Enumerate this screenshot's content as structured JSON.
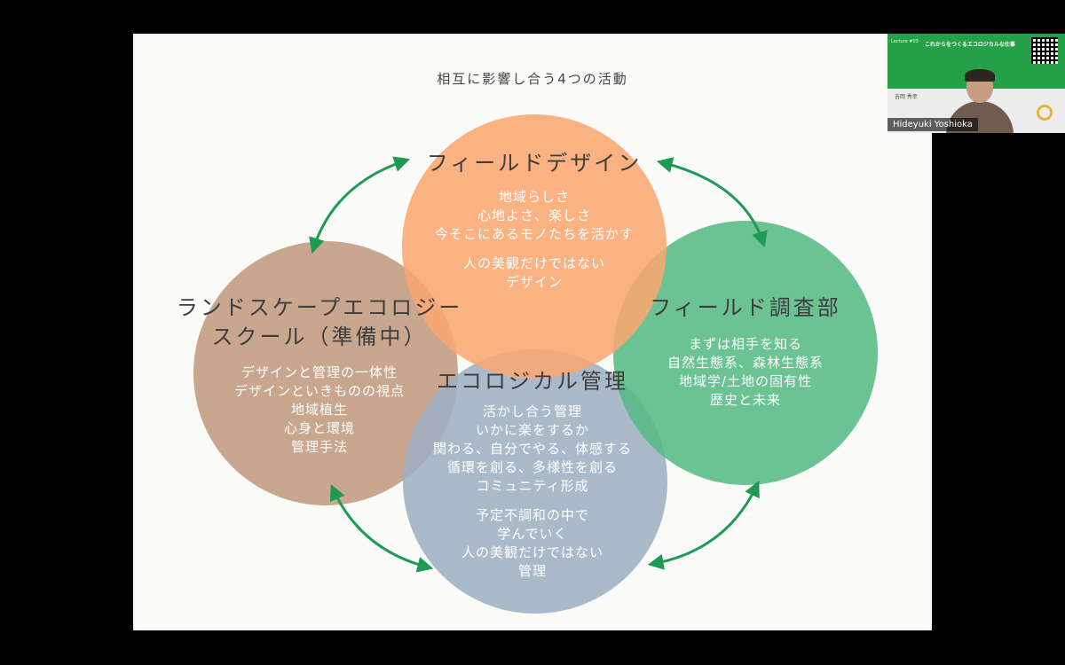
{
  "slide": {
    "title": "相互に影響し合う4つの活動",
    "circles": {
      "field_design": {
        "title": "フィールドデザイン",
        "lines": [
          "地域らしさ",
          "心地よさ、楽しさ",
          "今そこにあるモノたちを活かす",
          "",
          "人の美観だけではない",
          "デザイン"
        ],
        "color": "#f9a772"
      },
      "field_survey": {
        "title": "フィールド調査部",
        "lines": [
          "まずは相手を知る",
          "自然生態系、森林生態系",
          "地域学/土地の固有性",
          "歴史と未来"
        ],
        "color": "#56ba84"
      },
      "eco_management": {
        "title": "エコロジカル管理",
        "lines": [
          "活かし合う管理",
          "いかに楽をするか",
          "関わる、自分でやる、体感する",
          "循環を創る、多様性を創る",
          "コミュニティ形成",
          "",
          "予定不調和の中で",
          "学んでいく",
          "人の美観だけではない",
          "管理"
        ],
        "color": "#9eb0c1"
      },
      "landscape_school": {
        "title_line1": "ランドスケープエコロジー",
        "title_line2": "スクール（準備中）",
        "lines": [
          "デザインと管理の一体性",
          "デザインといきものの視点",
          "地域植生",
          "心身と環境",
          "管理手法"
        ],
        "color": "#c19a7e"
      }
    },
    "arrow_color": "#1f9a55"
  },
  "camera": {
    "lecture_tag": "Lecture #03",
    "banner_title": "これからをつくるエコロジカルな仕事",
    "nameplate": "吉岡 秀幸",
    "participant_name": "Hideyuki Yoshioka"
  }
}
